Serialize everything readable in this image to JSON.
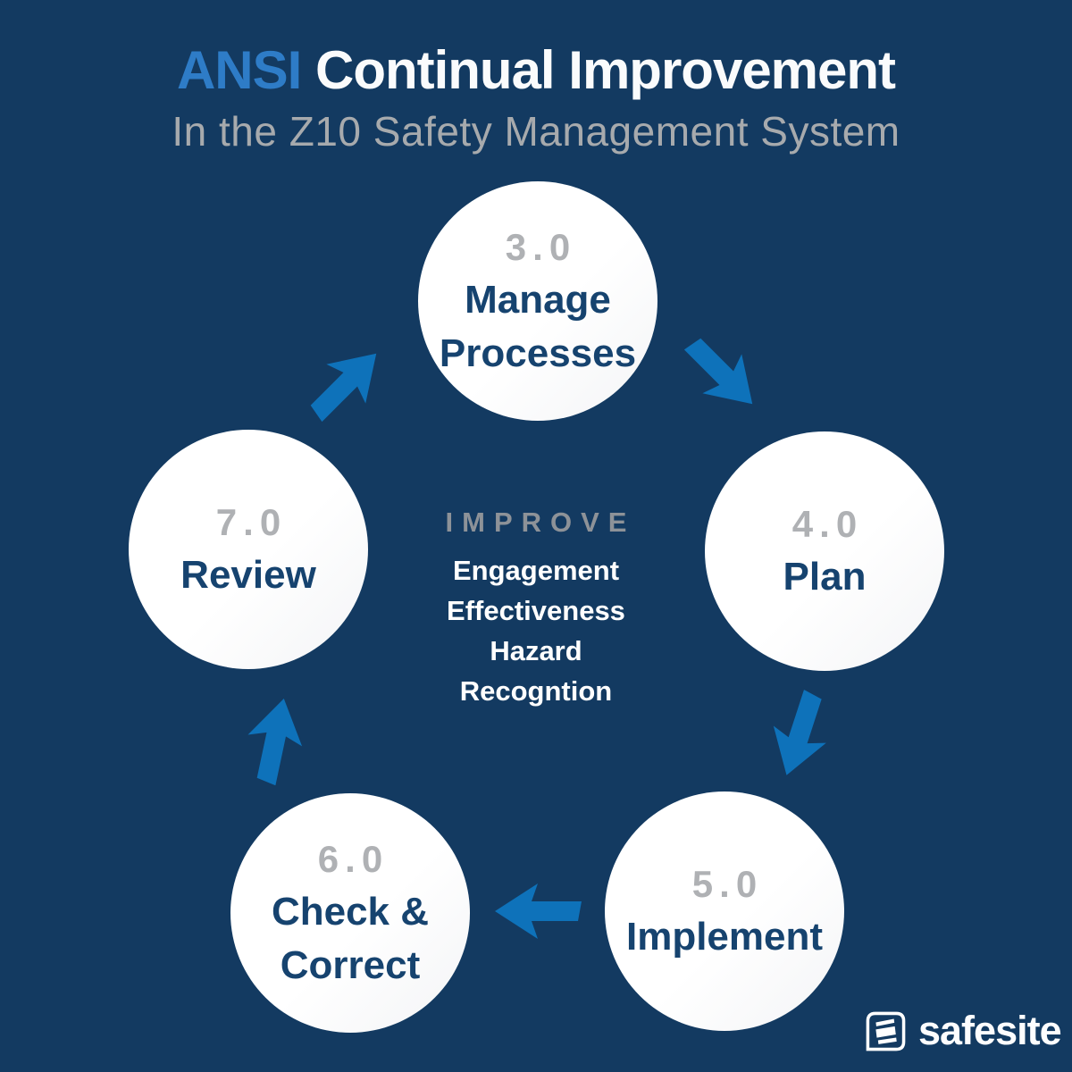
{
  "header": {
    "title_highlight": "ANSI",
    "title_rest": " Continual Improvement",
    "subtitle": "In the Z10 Safety Management System"
  },
  "center": {
    "heading": "IMPROVE",
    "lines": [
      "Engagement",
      "Effectiveness",
      "Hazard",
      "Recogntion"
    ]
  },
  "nodes": [
    {
      "number": "3.0",
      "label": "Manage Processes"
    },
    {
      "number": "4.0",
      "label": "Plan"
    },
    {
      "number": "5.0",
      "label": "Implement"
    },
    {
      "number": "6.0",
      "label": "Check & Correct"
    },
    {
      "number": "7.0",
      "label": "Review"
    }
  ],
  "arrows": [
    {
      "from": "Review",
      "to": "Manage Processes",
      "direction": "up-right"
    },
    {
      "from": "Manage Processes",
      "to": "Plan",
      "direction": "down-right"
    },
    {
      "from": "Plan",
      "to": "Implement",
      "direction": "down"
    },
    {
      "from": "Implement",
      "to": "Check & Correct",
      "direction": "left"
    },
    {
      "from": "Check & Correct",
      "to": "Review",
      "direction": "up"
    }
  ],
  "footer": {
    "brand": "safesite"
  },
  "colors": {
    "background": "#133A61",
    "arrow": "#0E72BA",
    "accent_blue": "#2E7CC7",
    "title_white": "#FAFBFC",
    "subtitle_gray": "#A7AAAD",
    "number_gray": "#AFB1B4",
    "node_text": "#16436F",
    "improve_gray": "#8D9298"
  }
}
